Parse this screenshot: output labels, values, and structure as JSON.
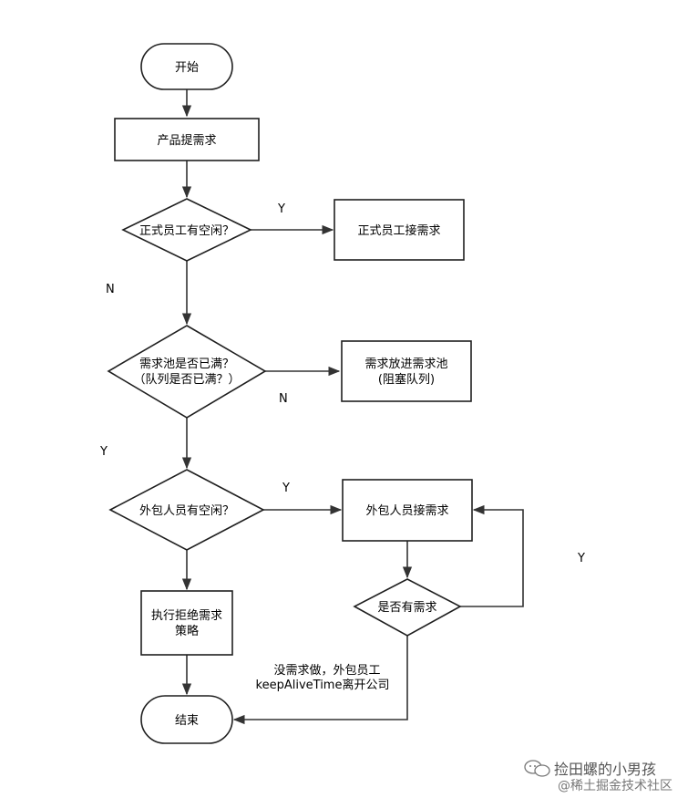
{
  "nodes": {
    "start": "开始",
    "product_request": "产品提需求",
    "staff_free": "正式员工有空闲？",
    "staff_take": "正式员工接需求",
    "pool_full_1": "需求池是否已满？",
    "pool_full_2": "（队列是否已满？）",
    "pool_put_1": "需求放进需求池",
    "pool_put_2": "(阻塞队列)",
    "outsource_free": "外包人员有空闲？",
    "outsource_take": "外包人员接需求",
    "has_request": "是否有需求",
    "reject_1": "执行拒绝需求",
    "reject_2": "策略",
    "end": "结束"
  },
  "edge_labels": {
    "staff_yes": "Y",
    "staff_no": "N",
    "pool_no": "N",
    "pool_yes": "Y",
    "outsource_yes": "Y",
    "loop_yes": "Y"
  },
  "note": {
    "line1": "没需求做，外包员工",
    "line2": "keepAliveTime离开公司"
  },
  "watermark": {
    "line1": "捡田螺的小男孩",
    "line2": "@稀土掘金技术社区"
  }
}
